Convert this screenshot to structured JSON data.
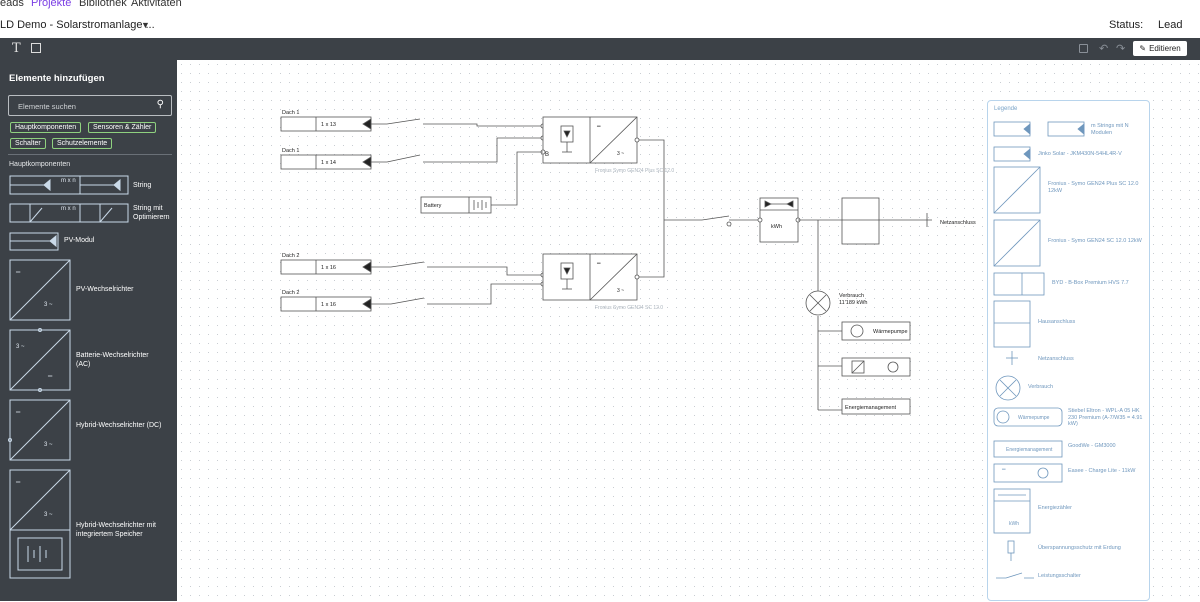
{
  "nav": {
    "items": [
      {
        "label": "eads"
      },
      {
        "label": "Projekte"
      },
      {
        "label": "Bibliothek"
      },
      {
        "label": "Aktivitäten"
      }
    ]
  },
  "project": {
    "title": "LD Demo - Solarstromanlage ...",
    "status_label": "Status:",
    "status_value": "Lead"
  },
  "toolbar": {
    "edit_label": "Editieren"
  },
  "sidebar": {
    "title": "Elemente hinzufügen",
    "search_placeholder": "Elemente suchen",
    "chips": [
      "Hauptkomponenten",
      "Sensoren & Zähler",
      "Schalter",
      "Schutzelemente"
    ],
    "section": "Hauptkomponenten",
    "components": [
      {
        "label": "String"
      },
      {
        "label": "String mit Optimierern"
      },
      {
        "label": "PV-Modul"
      },
      {
        "label": "PV-Wechselrichter"
      },
      {
        "label": "Batterie-Wechselrichter (AC)"
      },
      {
        "label": "Hybrid-Wechselrichter (DC)"
      },
      {
        "label": "Hybrid-Wechselrichter mit integriertem Speicher"
      }
    ],
    "string_tag": "m x n"
  },
  "diagram": {
    "roofs": [
      {
        "label": "Dach 1",
        "str": "1 x 13"
      },
      {
        "label": "Dach 1",
        "str": "1 x 14"
      },
      {
        "label": "Dach 2",
        "str": "1 x 16"
      },
      {
        "label": "Dach 2",
        "str": "1 x 16"
      }
    ],
    "battery_label": "Battery",
    "inverter1_caption": "Fronius Symo GEN24 Plus SC 12.0",
    "inverter2_caption": "Fronius Symo GEN24 SC 12.0",
    "b_label": "B",
    "meter_unit": "kWh",
    "grid_label": "Netzanschluss",
    "consumption_label": "Verbrauch",
    "consumption_value": "11'189 kWh",
    "heatpump_label": "Wärmepumpe",
    "energy_label": "Energiemanagement",
    "ac_symbol": "3 ~",
    "dc_symbol": "═"
  },
  "legend": {
    "title": "Legende",
    "items": [
      {
        "text": "m Strings mit N Modulen"
      },
      {
        "text": "Jinko Solar - JKM430N-54HL4R-V"
      },
      {
        "text": "Fronius - Symo GEN24 Plus SC 12.0 12kW"
      },
      {
        "text": "Fronius - Symo GEN24 SC 12.0 12kW"
      },
      {
        "text": "BYD - B-Box Premium HVS 7.7"
      },
      {
        "text": "Hausanschluss"
      },
      {
        "text": "Netzanschluss"
      },
      {
        "text": "Verbrauch"
      },
      {
        "text": "Stiebel Eltron - WPL-A 05 HK 230 Premium (A-7/W35 = 4.91 kW)"
      },
      {
        "text": "GoodWe - GM3000"
      },
      {
        "text": "Easee - Charge Lite - 11kW"
      },
      {
        "text": "Energiezähler"
      },
      {
        "text": "Überspannungsschutz mit Erdung"
      },
      {
        "text": "Leistungsschalter"
      }
    ],
    "inner_heatpump": "Wärmepumpe",
    "inner_energy": "Energiemanagement",
    "inner_kwh": "kWh"
  },
  "colors": {
    "sidebar_bg": "#3c4147",
    "accent": "#7b3fe4",
    "chip_border": "#8fd17f",
    "legend": "#6f97bd",
    "line": "#555"
  }
}
